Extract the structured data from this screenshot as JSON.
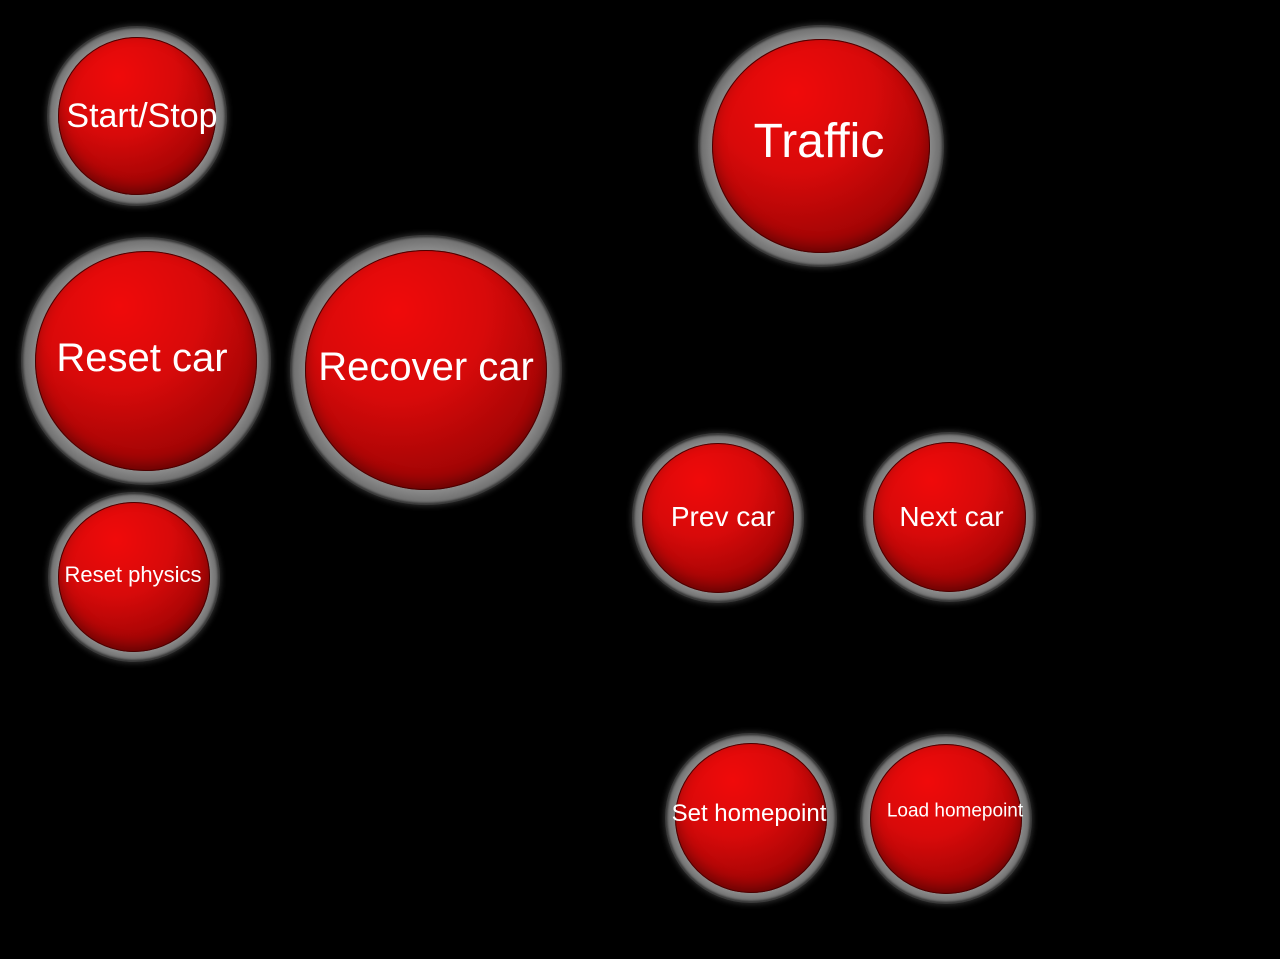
{
  "buttons": {
    "start_stop": "Start/Stop",
    "traffic": "Traffic",
    "reset_car": "Reset car",
    "recover_car": "Recover car",
    "prev_car": "Prev car",
    "next_car": "Next car",
    "reset_physics": "Reset physics",
    "set_homepoint": "Set homepoint",
    "load_homepoint": "Load homepoint"
  },
  "colors": {
    "background": "#000000",
    "button_face": "#d80a0a",
    "button_ring": "#c0c0c0",
    "label": "#ffffff"
  }
}
